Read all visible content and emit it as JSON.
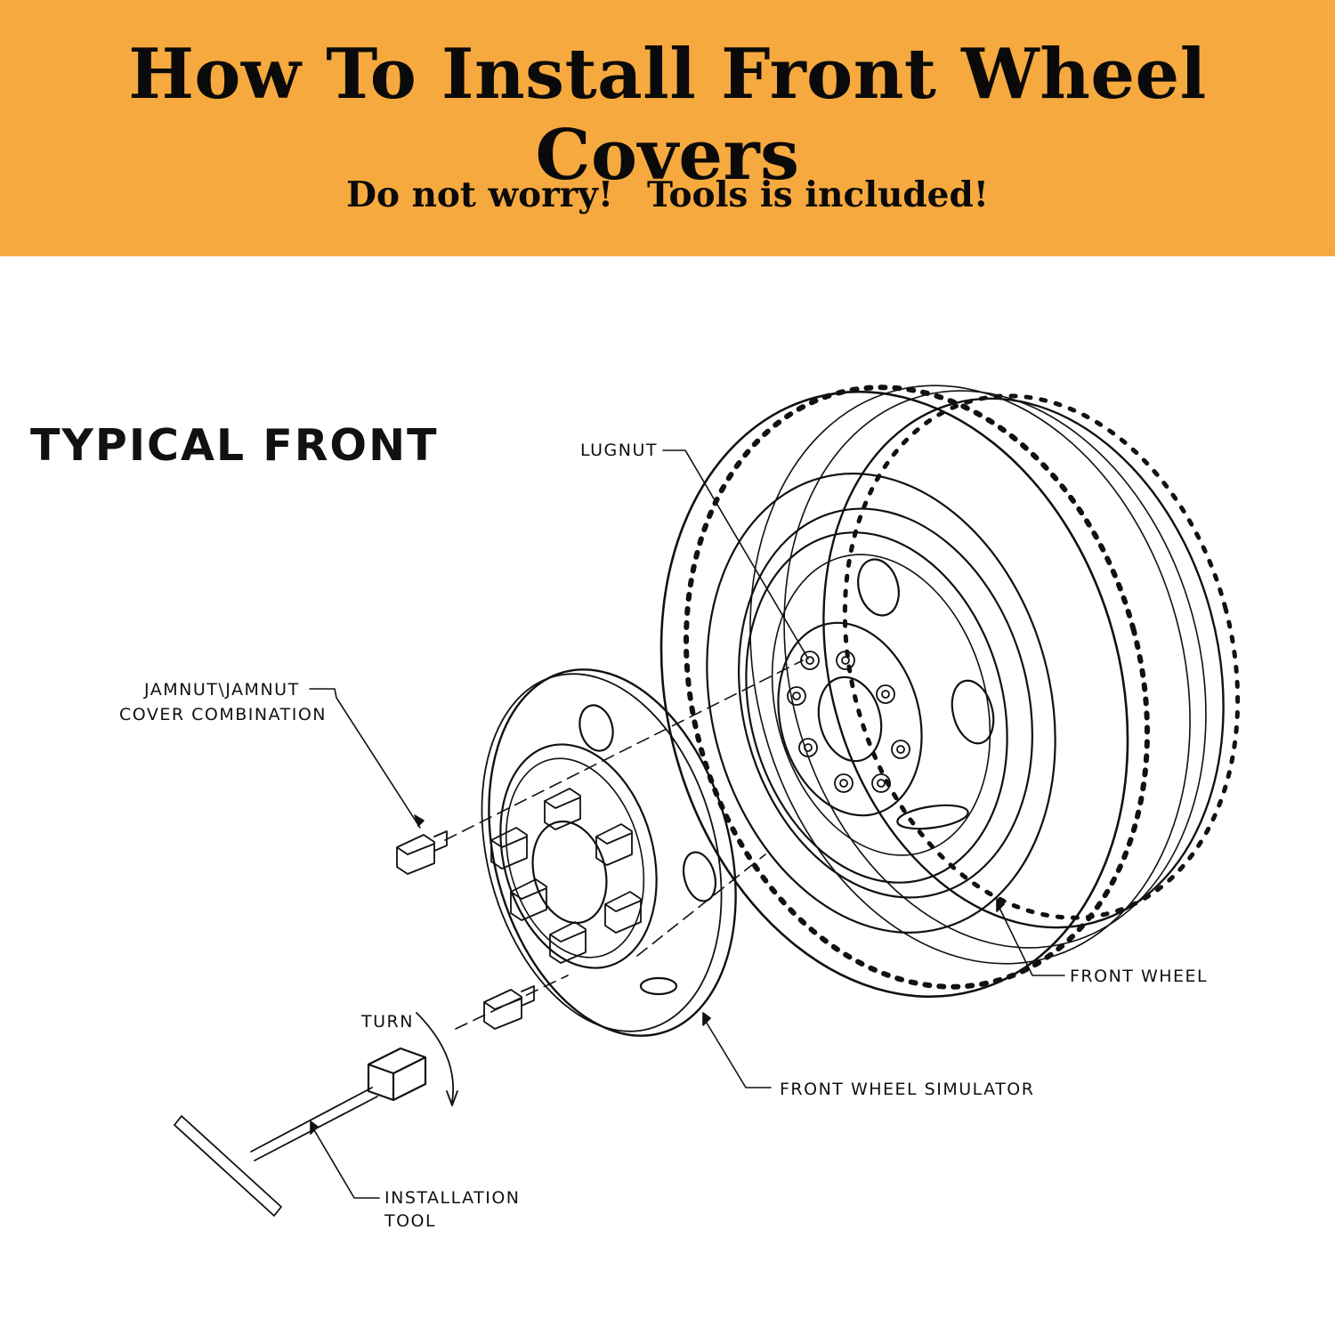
{
  "banner": {
    "title": "How To Install Front Wheel Covers",
    "subtitle_part1": "Do not worry!",
    "subtitle_part2": "Tools is included!",
    "background_color": "#f6a93e"
  },
  "section_title": "TYPICAL FRONT",
  "labels": {
    "lugnut": "LUGNUT",
    "jamnut_line1": "JAMNUT\\JAMNUT",
    "jamnut_line2": "COVER COMBINATION",
    "turn": "TURN",
    "front_wheel": "FRONT WHEEL",
    "front_wheel_simulator": "FRONT WHEEL SIMULATOR",
    "installation_tool_line1": "INSTALLATION",
    "installation_tool_line2": "TOOL"
  }
}
